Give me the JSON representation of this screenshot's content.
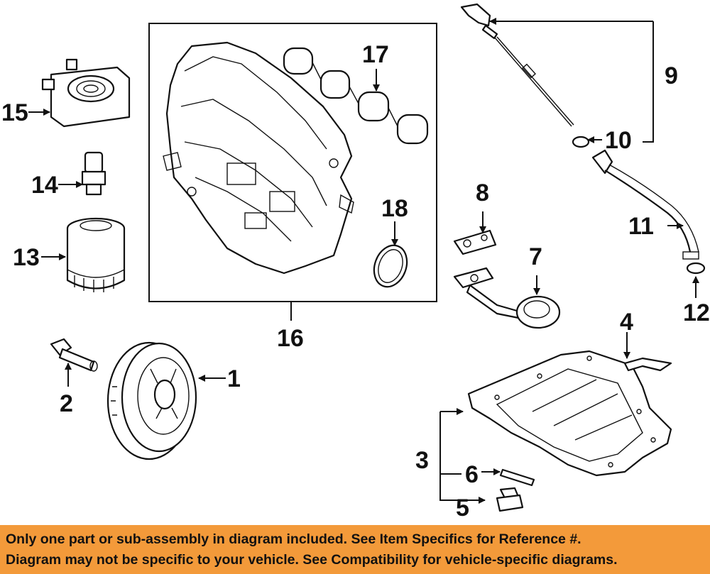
{
  "colors": {
    "banner_bg": "#f39a3a",
    "ink": "#111111",
    "background": "#ffffff"
  },
  "callouts": {
    "c1": "1",
    "c2": "2",
    "c3": "3",
    "c4": "4",
    "c5": "5",
    "c6": "6",
    "c7": "7",
    "c8": "8",
    "c9": "9",
    "c10": "10",
    "c11": "11",
    "c12": "12",
    "c13": "13",
    "c14": "14",
    "c15": "15",
    "c16": "16",
    "c17": "17",
    "c18": "18"
  },
  "banner": {
    "line1": "Only one part or sub-assembly in diagram included. See Item Specifics for Reference #.",
    "line2": "Diagram may not be specific to your vehicle. See Compatibility for vehicle-specific diagrams."
  }
}
